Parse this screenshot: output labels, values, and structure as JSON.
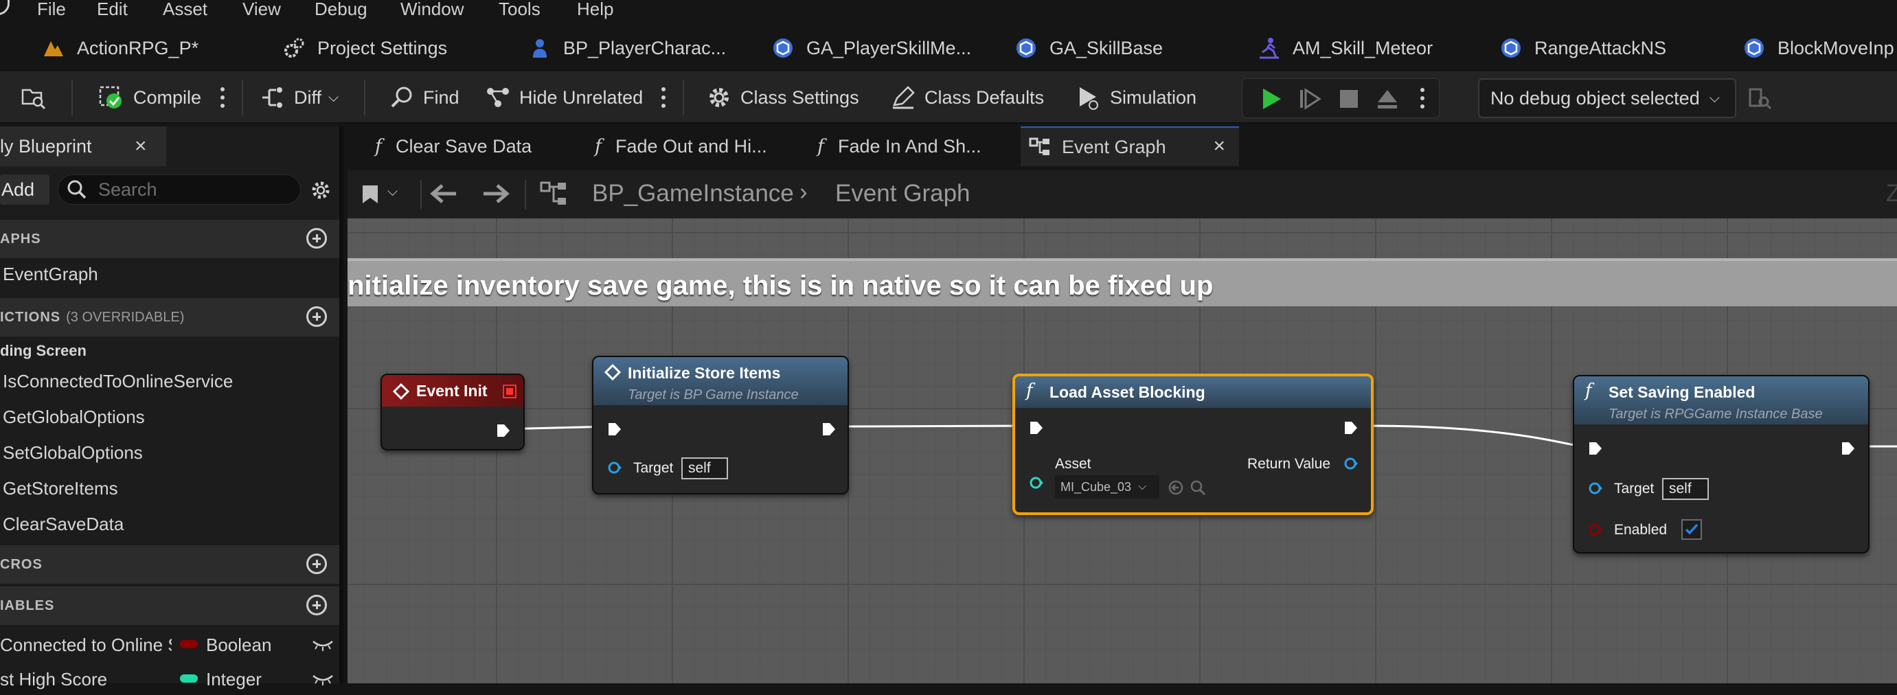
{
  "menu": [
    "File",
    "Edit",
    "Asset",
    "View",
    "Debug",
    "Window",
    "Tools",
    "Help"
  ],
  "asset_tabs": [
    {
      "label": "ActionRPG_P*",
      "icon": "unreal-level-icon"
    },
    {
      "label": "Project Settings",
      "icon": "gears-icon"
    },
    {
      "label": "BP_PlayerCharac...",
      "icon": "character-blueprint-icon"
    },
    {
      "label": "GA_PlayerSkillMe...",
      "icon": "blueprint-class-icon"
    },
    {
      "label": "GA_SkillBase",
      "icon": "blueprint-class-icon"
    },
    {
      "label": "AM_Skill_Meteor",
      "icon": "anim-montage-icon"
    },
    {
      "label": "RangeAttackNS",
      "icon": "blueprint-class-icon"
    },
    {
      "label": "BlockMoveInp",
      "icon": "blueprint-class-icon"
    }
  ],
  "toolbar": {
    "compile": "Compile",
    "diff": "Diff",
    "find": "Find",
    "hide_unrelated": "Hide Unrelated",
    "class_settings": "Class Settings",
    "class_defaults": "Class Defaults",
    "simulation": "Simulation",
    "debug_object": "No debug object selected"
  },
  "left_panel": {
    "tab_label": "ly Blueprint",
    "add_label": "Add",
    "search_placeholder": "Search",
    "sections": {
      "graphs": "APHS",
      "functions": "ICTIONS",
      "functions_note": "(3 OVERRIDABLE)",
      "macros": "CROS",
      "variables": "IABLES"
    },
    "graph_items": [
      "EventGraph"
    ],
    "function_category": "ding Screen",
    "function_items": [
      "IsConnectedToOnlineService",
      "GetGlobalOptions",
      "SetGlobalOptions",
      "GetStoreItems",
      "ClearSaveData"
    ],
    "variables": [
      {
        "name": "Connected to Online S",
        "type": "Boolean",
        "type_color": "#8c0000"
      },
      {
        "name": "st High Score",
        "type": "Integer",
        "type_color": "#1edba6"
      }
    ]
  },
  "doc_tabs": [
    "Clear Save Data",
    "Fade Out and Hi...",
    "Fade In And Sh...",
    "Event Graph"
  ],
  "breadcrumb": {
    "root": "BP_GameInstance",
    "current": "Event Graph",
    "zoom_hint": "Z"
  },
  "graph": {
    "comment": "nitialize inventory save game, this is in native so it can be fixed up",
    "nodes": {
      "event_init": {
        "title": "Event Init"
      },
      "init_store": {
        "title": "Initialize Store Items",
        "subtitle": "Target is BP Game Instance",
        "target_label": "Target",
        "target_value": "self"
      },
      "load_asset": {
        "title": "Load Asset Blocking",
        "asset_label": "Asset",
        "asset_value": "MI_Cube_03",
        "return_label": "Return Value"
      },
      "set_saving": {
        "title": "Set Saving Enabled",
        "subtitle": "Target is RPGGame Instance Base",
        "target_label": "Target",
        "target_value": "self",
        "enabled_label": "Enabled",
        "enabled_checked": true
      }
    }
  },
  "colors": {
    "event_header": "#8a1a1a",
    "function_header": "#3d5c7a",
    "selected_outline": "#f2a20c",
    "object_pin": "#2b9ee0",
    "bool_pin": "#8c0000",
    "play_green": "#2fbf3a"
  }
}
